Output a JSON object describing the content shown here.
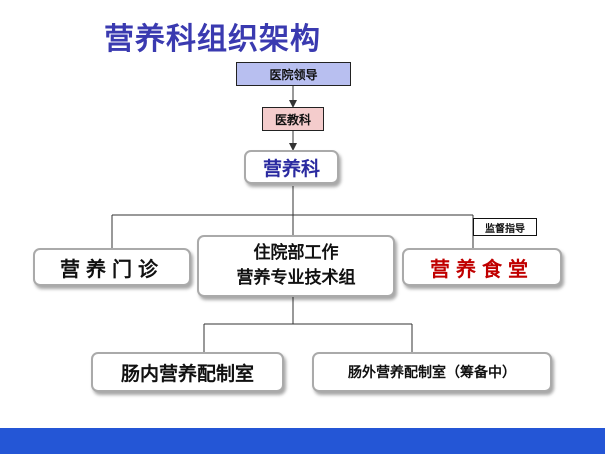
{
  "title": "营养科组织架构",
  "nodes": {
    "hospital_leadership": "医院领导",
    "medical_education": "医教科",
    "nutrition_dept": "营养科",
    "outpatient": "营养门诊",
    "inpatient_line1": "住院部工作",
    "inpatient_line2": "营养专业技术组",
    "canteen": "营养食堂",
    "supervision": "监督指导",
    "enteral_room": "肠内营养配制室",
    "parenteral_room": "肠外营养配制室（筹备中）"
  },
  "colors": {
    "title": "#3a3ab0",
    "leadership_fill": "#b8bff0",
    "education_fill": "#f4cccc",
    "canteen_text": "#c00000",
    "footer_bar": "#2456d6"
  }
}
